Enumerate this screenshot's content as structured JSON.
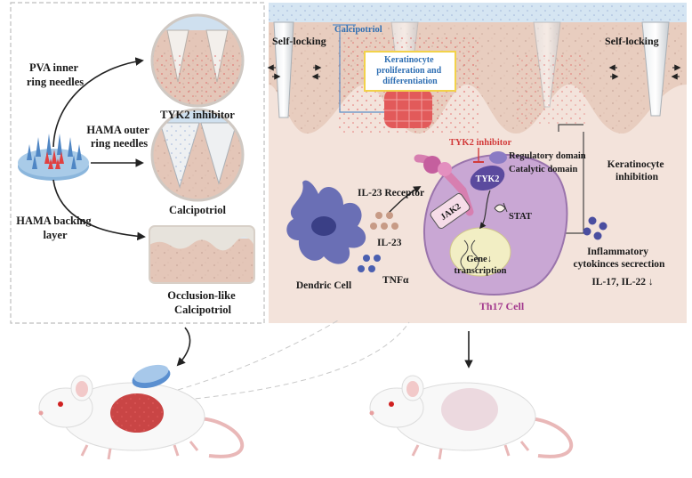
{
  "left_panel": {
    "pva_label": "PVA inner\nring needles",
    "hama_outer_label": "HAMA outer\nring needles",
    "hama_backing_label": "HAMA backing\nlayer",
    "tyk2_caption": "TYK2 inhibitor",
    "calcipotriol_caption": "Calcipotriol",
    "occlusion_caption": "Occlusion-like\nCalcipotriol"
  },
  "right_panel": {
    "self_locking_left": "Self-locking",
    "self_locking_right": "Self-locking",
    "calcipotriol_tag": "Calcipotriol",
    "keratinocyte_box": "Keratinocyte\nproliferation and\ndifferentiation",
    "tyk2_inhibitor_tag": "TYK2 inhibitor",
    "regulatory_domain": "Regulatory domain",
    "catalytic_domain": "Catalytic domain",
    "il23_receptor": "IL-23 Receptor",
    "tyk2": "TYK2",
    "jak2": "JAK2",
    "stat": "STAT",
    "gene_transcription": "Gene↓\ntranscription",
    "il23": "IL-23",
    "tnfa": "TNFα",
    "dendric_cell": "Dendric Cell",
    "th17_cell": "Th17 Cell",
    "keratinocyte_inhibition": "Keratinocyte\ninhibition",
    "inflammatory": "Inflammatory\ncytokinces secrection",
    "il17": "IL-17, IL-22 ↓"
  },
  "colors": {
    "skin_bg": "#f0ddd4",
    "jak_box": "#f6dce8",
    "tyk2_fill": "#5b4a9e",
    "th17_fill": "#c9a7d4",
    "tyk2_inhibitor_text": "#d23b3b",
    "calcipotriol_text": "#2f6fb3",
    "th17_text": "#a33a8e",
    "dendric": "#6a6fb5",
    "cytokine": "#4a4ea0",
    "il23_dot": "#c79b86"
  }
}
